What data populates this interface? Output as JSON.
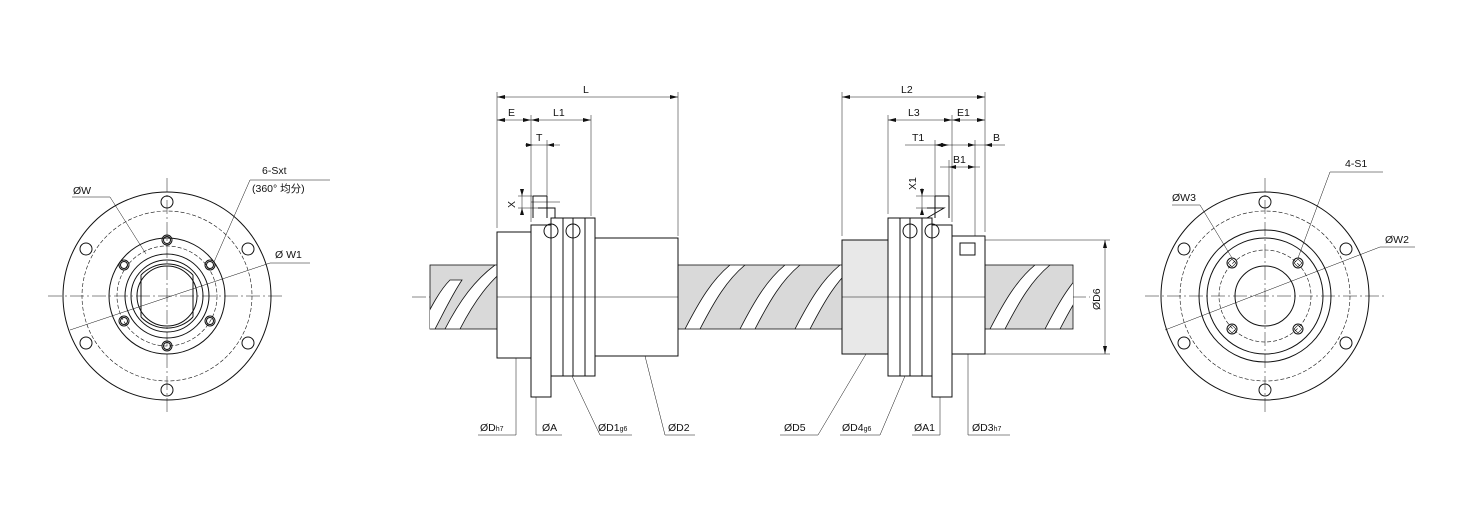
{
  "drawing": {
    "left_end_view": {
      "w": "ØW",
      "w1": "Ø W1",
      "holes": "6-Sxt",
      "holes_note": "(360° 均分)"
    },
    "right_end_view": {
      "w3": "ØW3",
      "w2": "ØW2",
      "holes": "4-S1"
    },
    "left_nut": {
      "L": "L",
      "E": "E",
      "L1": "L1",
      "T": "T",
      "X": "X",
      "D": "ØD",
      "D_tol": "h7",
      "A": "ØA",
      "D1": "ØD1",
      "D1_tol": "g6",
      "D2": "ØD2"
    },
    "right_nut": {
      "L2": "L2",
      "L3": "L3",
      "E1": "E1",
      "T1": "T1",
      "B": "B",
      "B1": "B1",
      "X1": "X1",
      "D5": "ØD5",
      "D4": "ØD4",
      "D4_tol": "g6",
      "A1": "ØA1",
      "D3": "ØD3",
      "D3_tol": "h7",
      "D6": "ØD6"
    }
  }
}
